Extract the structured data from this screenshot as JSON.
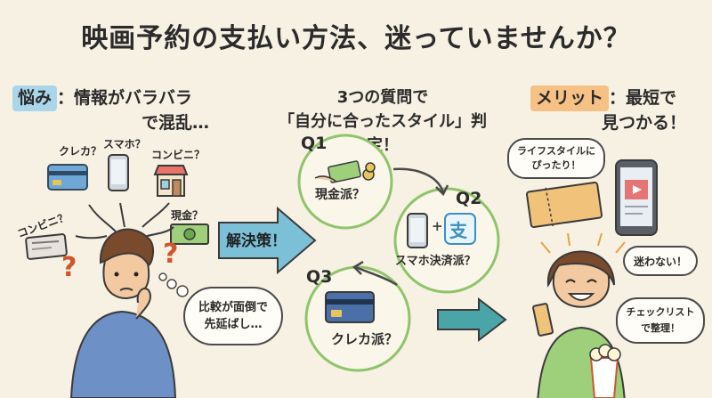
{
  "title": "映画予約の支払い方法、迷っていませんか？",
  "left": {
    "tag": "悩み",
    "head_line1": "：情報がバラバラ",
    "head_line2": "で混乱…",
    "labels": {
      "kureka_top": "クレカ？",
      "sumaho": "スマホ？",
      "konbini_top": "コンビニ？",
      "konbini_left": "コンビニ？",
      "genkin": "現金？"
    },
    "thought_line1": "比較が面倒で",
    "thought_line2": "先延ばし…"
  },
  "arrow_label": "解決策！",
  "middle": {
    "head_line1": "3つの質問で",
    "head_line2": "「自分に合ったスタイル」判定！",
    "q1": {
      "num": "Q1",
      "text": "現金派？"
    },
    "q2": {
      "num": "Q2",
      "text": "スマホ決済派？"
    },
    "q3": {
      "num": "Q3",
      "text": "クレカ派？"
    },
    "plus": "+",
    "pay_glyph": "支"
  },
  "right": {
    "tag": "メリット",
    "head_line1": "：最短で",
    "head_line2": "見つかる！",
    "bubble1_line1": "ライフスタイルに",
    "bubble1_line2": "ぴったり！",
    "bubble2": "迷わない！",
    "bubble3_line1": "チェックリスト",
    "bubble3_line2": "で整理！"
  },
  "colors": {
    "background": "#f7f1e3",
    "blue_highlight": "#a9d6e8",
    "orange_highlight": "#f6c185",
    "green_circle": "#8fc46a",
    "blue_arrow": "#5aa6c4",
    "teal_arrow": "#4aa5a8"
  }
}
